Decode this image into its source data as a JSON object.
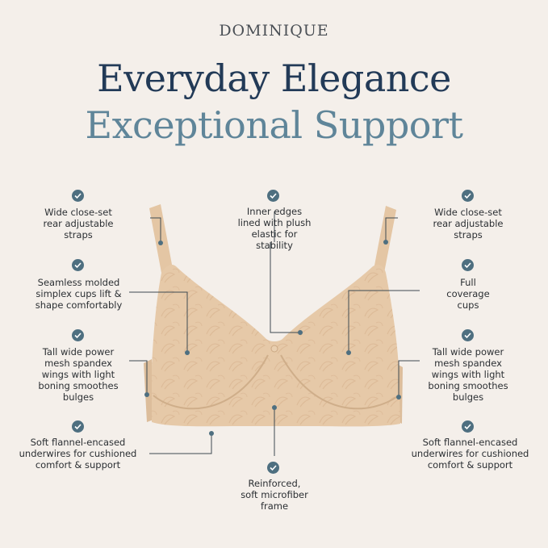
{
  "brand": "DOMINIQUE",
  "headline": {
    "line1": "Everyday Elegance",
    "line2": "Exceptional Support"
  },
  "colors": {
    "background": "#f4efea",
    "headline_dark": "#223a57",
    "headline_light": "#5f8599",
    "check_badge": "#4e6f80",
    "product": "#e6c9a8"
  },
  "callouts": {
    "left_straps": "Wide close-set\nrear adjustable\nstraps",
    "left_cups": "Seamless molded\nsimplex cups lift &\nshape comfortably",
    "left_wings": "Tall wide power\nmesh spandex\nwings with light\nboning smoothes\nbulges",
    "left_underwire": "Soft flannel-encased\nunderwires for cushioned\ncomfort & support",
    "center_edges": "Inner edges\nlined with plush\nelastic for\nstability",
    "center_frame": "Reinforced,\nsoft microfiber\nframe",
    "right_straps": "Wide close-set\nrear adjustable\nstraps",
    "right_cups": "Full\ncoverage\ncups",
    "right_wings": "Tall wide power\nmesh spandex\nwings with light\nboning smoothes\nbulges",
    "right_underwire": "Soft flannel-encased\nunderwires for cushioned\ncomfort & support"
  }
}
